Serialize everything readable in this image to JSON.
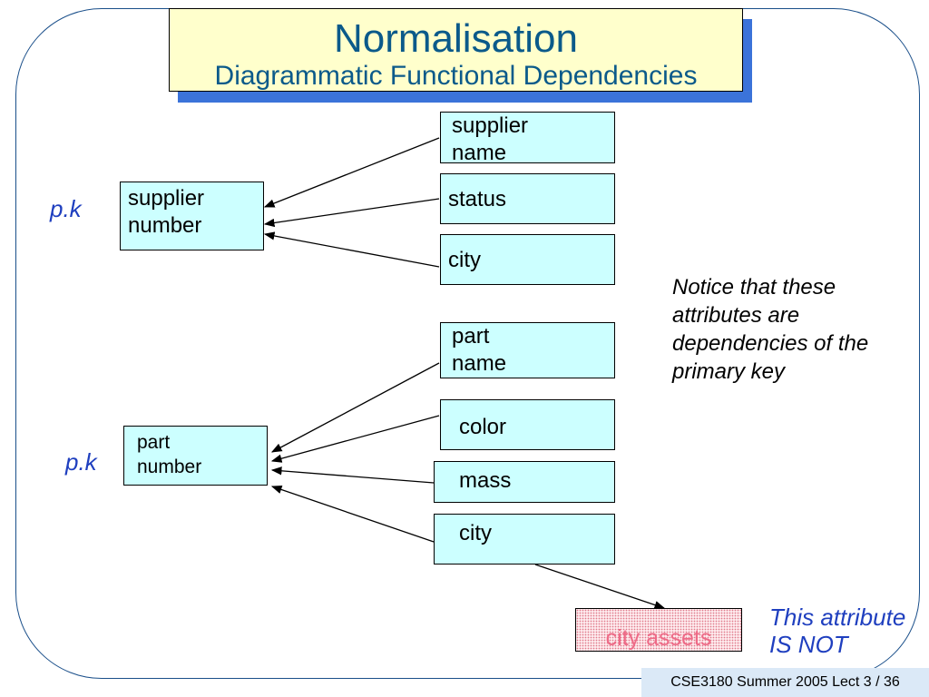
{
  "title": {
    "main": "Normalisation",
    "subtitle": "Diagrammatic Functional Dependencies"
  },
  "supplier": {
    "pk_label": "p.k",
    "key_lines": [
      "supplier",
      "number"
    ],
    "attributes": [
      {
        "id": "supplier-name",
        "lines": [
          "supplier",
          "name"
        ]
      },
      {
        "id": "status",
        "lines": [
          "status"
        ]
      },
      {
        "id": "city",
        "lines": [
          "city"
        ]
      }
    ]
  },
  "part": {
    "pk_label": "p.k",
    "key_lines": [
      "part",
      "number"
    ],
    "attributes": [
      {
        "id": "part-name",
        "lines": [
          "part",
          "name"
        ]
      },
      {
        "id": "color",
        "lines": [
          "color"
        ]
      },
      {
        "id": "mass",
        "lines": [
          "mass"
        ]
      },
      {
        "id": "city",
        "lines": [
          "city"
        ]
      }
    ]
  },
  "notice": "Notice that these attributes are dependencies of the primary key",
  "city_assets": "city assets",
  "not_note": "This attribute IS NOT",
  "footer": "CSE3180 Summer 2005 Lect 3 / 36",
  "colors": {
    "box_fill": "#ccffff",
    "title_fill": "#ffffcc",
    "title_text": "#0b5a8a",
    "pk_text": "#1f3fbf",
    "city_assets_text": "#ee6a87"
  }
}
